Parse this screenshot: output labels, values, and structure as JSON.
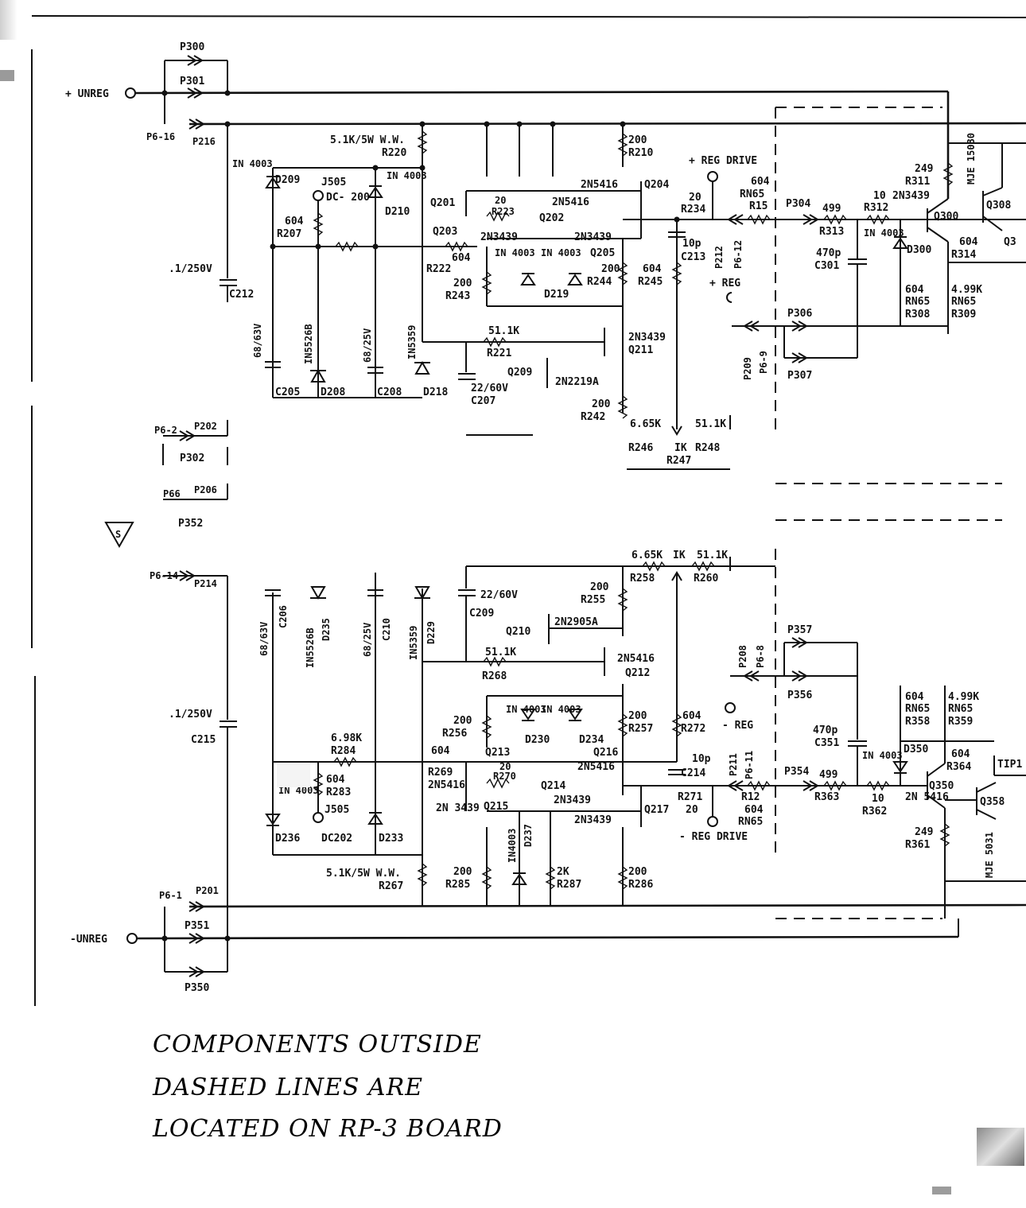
{
  "rails": {
    "plus_unreg": "+ UNREG",
    "minus_unreg": "-UNREG",
    "plus_reg_drive": "+ REG DRIVE",
    "minus_reg_drive": "- REG DRIVE",
    "plus_reg": "+ REG",
    "minus_reg": "- REG"
  },
  "labels": {
    "p300": "P300",
    "p301": "P301",
    "p6_16": "P6-16",
    "p216": "P216",
    "r220_value": "5.1K/5W W.W.",
    "r220": "R220",
    "d209_part": "IN 4003",
    "d209": "D209",
    "j505_a": "J505",
    "dc200": "DC- 200",
    "d210_part": "IN 4003",
    "d210": "D210",
    "r207_val": "604",
    "r207": "R207",
    "q201": "Q201",
    "r223_val": "20",
    "r223": "R223",
    "q202_part": "2N5416",
    "q202": "Q202",
    "q204_part": "2N5416",
    "q204": "Q204",
    "r210_val": "200",
    "r210": "R210",
    "q203": "Q203",
    "q203_part": "2N3439",
    "r222_val": "604",
    "r222": "R222",
    "d_in4003_a": "IN 4003",
    "d_in4003_b": "IN 4003",
    "q205_part": "2N3439",
    "q205": "Q205",
    "r244_val": "200",
    "r244": "R244",
    "r243_val": "200",
    "r243": "R243",
    "d219": "D219",
    "r245_val": "604",
    "r245": "R245",
    "c213_val": "10p",
    "c213": "C213",
    "r234_val": "20",
    "r234": "R234",
    "r15_a": "604",
    "r15_b": "RN65",
    "r15": "R15",
    "p212": "P212",
    "p6_12": "P6-12",
    "c212_val": ".1/250V",
    "c212": "C212",
    "c205_val": "68/63V",
    "c205": "C205",
    "d208_part": "IN5526B",
    "d208": "D208",
    "c208_val": "68/25V",
    "c208": "C208",
    "d218_part": "IN5359",
    "d218": "D218",
    "r221_val": "51.1K",
    "r221": "R221",
    "c207_val": "22/60V",
    "c207": "C207",
    "q209": "Q209",
    "q209_part": "2N2219A",
    "q211_part": "2N3439",
    "q211": "Q211",
    "r242_val": "200",
    "r242": "R242",
    "r246_val": "6.65K",
    "r248_val": "51.1K",
    "r246": "R246",
    "r247_val": "IK",
    "r248": "R248",
    "r247": "R247",
    "p304": "P304",
    "r313_val": "499",
    "r313": "R313",
    "r312_val": "10",
    "r312": "R312",
    "q300_part": "2N3439",
    "q300": "Q300",
    "r311_val": "249",
    "r311": "R311",
    "mje15030": "MJE 15030",
    "q308": "Q308",
    "c301_val": "470p",
    "c301": "C301",
    "d300_part": "IN 4003",
    "d300": "D300",
    "r314_val": "604",
    "r314": "R314",
    "q3_cut": "Q3",
    "r308_a": "604",
    "r308_b": "RN65",
    "r308": "R308",
    "r309_a": "4.99K",
    "r309_b": "RN65",
    "r309": "R309",
    "p306": "P306",
    "p307": "P307",
    "p209": "P209",
    "p6_9": "P6-9",
    "p6_2": "P6-2",
    "p202": "P202",
    "p302": "P302",
    "p66": "P66",
    "p206": "P206",
    "p352": "P352",
    "s_mark": "S",
    "p6_14": "P6-14",
    "p214": "P214",
    "r258_a": "6.65K",
    "r258_b": "IK",
    "r258_c": "51.1K",
    "r258": "R258",
    "r260": "R260",
    "r255_val": "200",
    "r255": "R255",
    "c209_val": "22/60V",
    "c209": "C209",
    "q210": "Q210",
    "q210_part": "2N2905A",
    "r268_val": "51.1K",
    "r268": "R268",
    "q212_part": "2N5416",
    "q212": "Q212",
    "c206_val": "68/63V",
    "c206": "C206",
    "d235_part": "IN5526B",
    "d235": "D235",
    "c210_val": "68/25V",
    "c210": "C210",
    "d229_part": "IN5359",
    "d229": "D229",
    "c215_val": ".1/250V",
    "c215": "C215",
    "r284_val": "6.98K",
    "r284": "R284",
    "r283_val": "604",
    "r283": "R283",
    "d236_part": "IN 4003",
    "d236": "D236",
    "j505_b": "J505",
    "dc202": "DC202",
    "d233": "D233",
    "r256_val": "200",
    "r256": "R256",
    "d230_a": "IN 4003",
    "d230": "D230",
    "d234_a": "IN 4003",
    "d234": "D234",
    "r257_val": "200",
    "r257": "R257",
    "r272_val": "604",
    "r272": "R272",
    "q213": "Q213",
    "q216": "Q216",
    "r269_val": "604",
    "r269": "R269",
    "q215_part_a": "2N5416",
    "r270_val": "20",
    "r270": "R270",
    "q214": "Q214",
    "q214_part": "2N3439",
    "q216_part": "2N5416",
    "c214_val": "10p",
    "c214": "C214",
    "p211": "P211",
    "p6_11": "P6-11",
    "r271": "R271",
    "r271_val": "20",
    "r12": "R12",
    "r12_a": "604",
    "r12_b": "RN65",
    "q215_part_b": "2N 3439",
    "q215": "Q215",
    "q217": "Q217",
    "q217_part": "2N3439",
    "d237_part": "IN4003",
    "d237": "D237",
    "r267_val": "5.1K/5W W.W.",
    "r267": "R267",
    "r285_val": "200",
    "r285": "R285",
    "r287_val": "2K",
    "r287": "R287",
    "r286_val": "200",
    "r286": "R286",
    "p208": "P208",
    "p6_8": "P6-8",
    "p357": "P357",
    "p356": "P356",
    "c351_val": "470p",
    "c351": "C351",
    "r358_a": "604",
    "r358_b": "RN65",
    "r358": "R358",
    "r359_a": "4.99K",
    "r359_b": "RN65",
    "r359": "R359",
    "d350_part": "IN 4003",
    "d350": "D350",
    "r364_val": "604",
    "r364": "R364",
    "tip_cut": "TIP1",
    "p354": "P354",
    "r363_val": "499",
    "r363": "R363",
    "r362_val": "10",
    "r362": "R362",
    "q350": "Q350",
    "q350_part": "2N 5416",
    "q358": "Q358",
    "r361_val": "249",
    "r361": "R361",
    "mje5031": "MJE 5031",
    "p6_1": "P6-1",
    "p201": "P201",
    "p351": "P351",
    "p350": "P350"
  },
  "note": [
    "COMPONENTS OUTSIDE",
    "DASHED LINES ARE",
    "LOCATED ON RP-3 BOARD"
  ]
}
